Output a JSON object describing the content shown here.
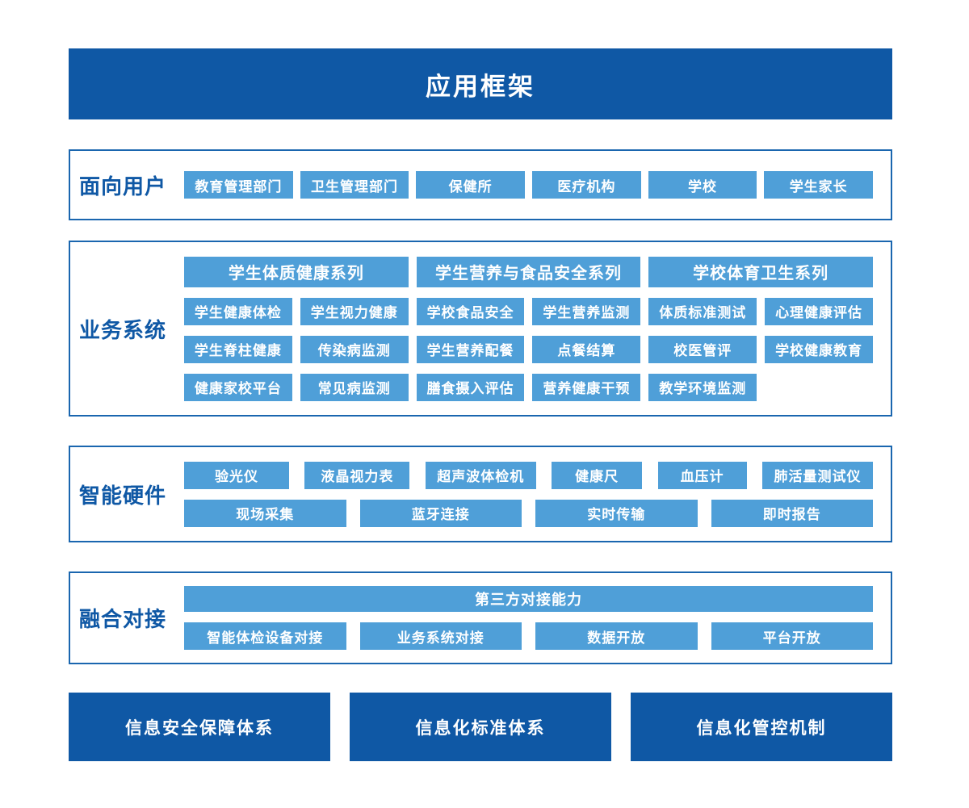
{
  "title": "应用框架",
  "sections": {
    "users": {
      "label": "面向用户",
      "items": [
        "教育管理部门",
        "卫生管理部门",
        "保健所",
        "医疗机构",
        "学校",
        "学生家长"
      ]
    },
    "business": {
      "label": "业务系统",
      "headers": [
        "学生体质健康系列",
        "学生营养与食品安全系列",
        "学校体育卫生系列"
      ],
      "rows": [
        [
          "学生健康体检",
          "学生视力健康",
          "学校食品安全",
          "学生营养监测",
          "体质标准测试",
          "心理健康评估"
        ],
        [
          "学生脊柱健康",
          "传染病监测",
          "学生营养配餐",
          "点餐结算",
          "校医管评",
          "学校健康教育"
        ],
        [
          "健康家校平台",
          "常见病监测",
          "膳食摄入评估",
          "营养健康干预",
          "教学环境监测"
        ]
      ]
    },
    "hardware": {
      "label": "智能硬件",
      "devices": [
        "验光仪",
        "液晶视力表",
        "超声波体检机",
        "健康尺",
        "血压计",
        "肺活量测试仪"
      ],
      "capabilities": [
        "现场采集",
        "蓝牙连接",
        "实时传输",
        "即时报告"
      ]
    },
    "integration": {
      "label": "融合对接",
      "banner": "第三方对接能力",
      "items": [
        "智能体检设备对接",
        "业务系统对接",
        "数据开放",
        "平台开放"
      ]
    }
  },
  "footer": {
    "items": [
      "信息安全保障体系",
      "信息化标准体系",
      "信息化管控机制"
    ]
  },
  "colors": {
    "dark_blue": "#0f58a5",
    "chip_blue": "#4f9fd8",
    "border_blue": "#1a66af"
  }
}
